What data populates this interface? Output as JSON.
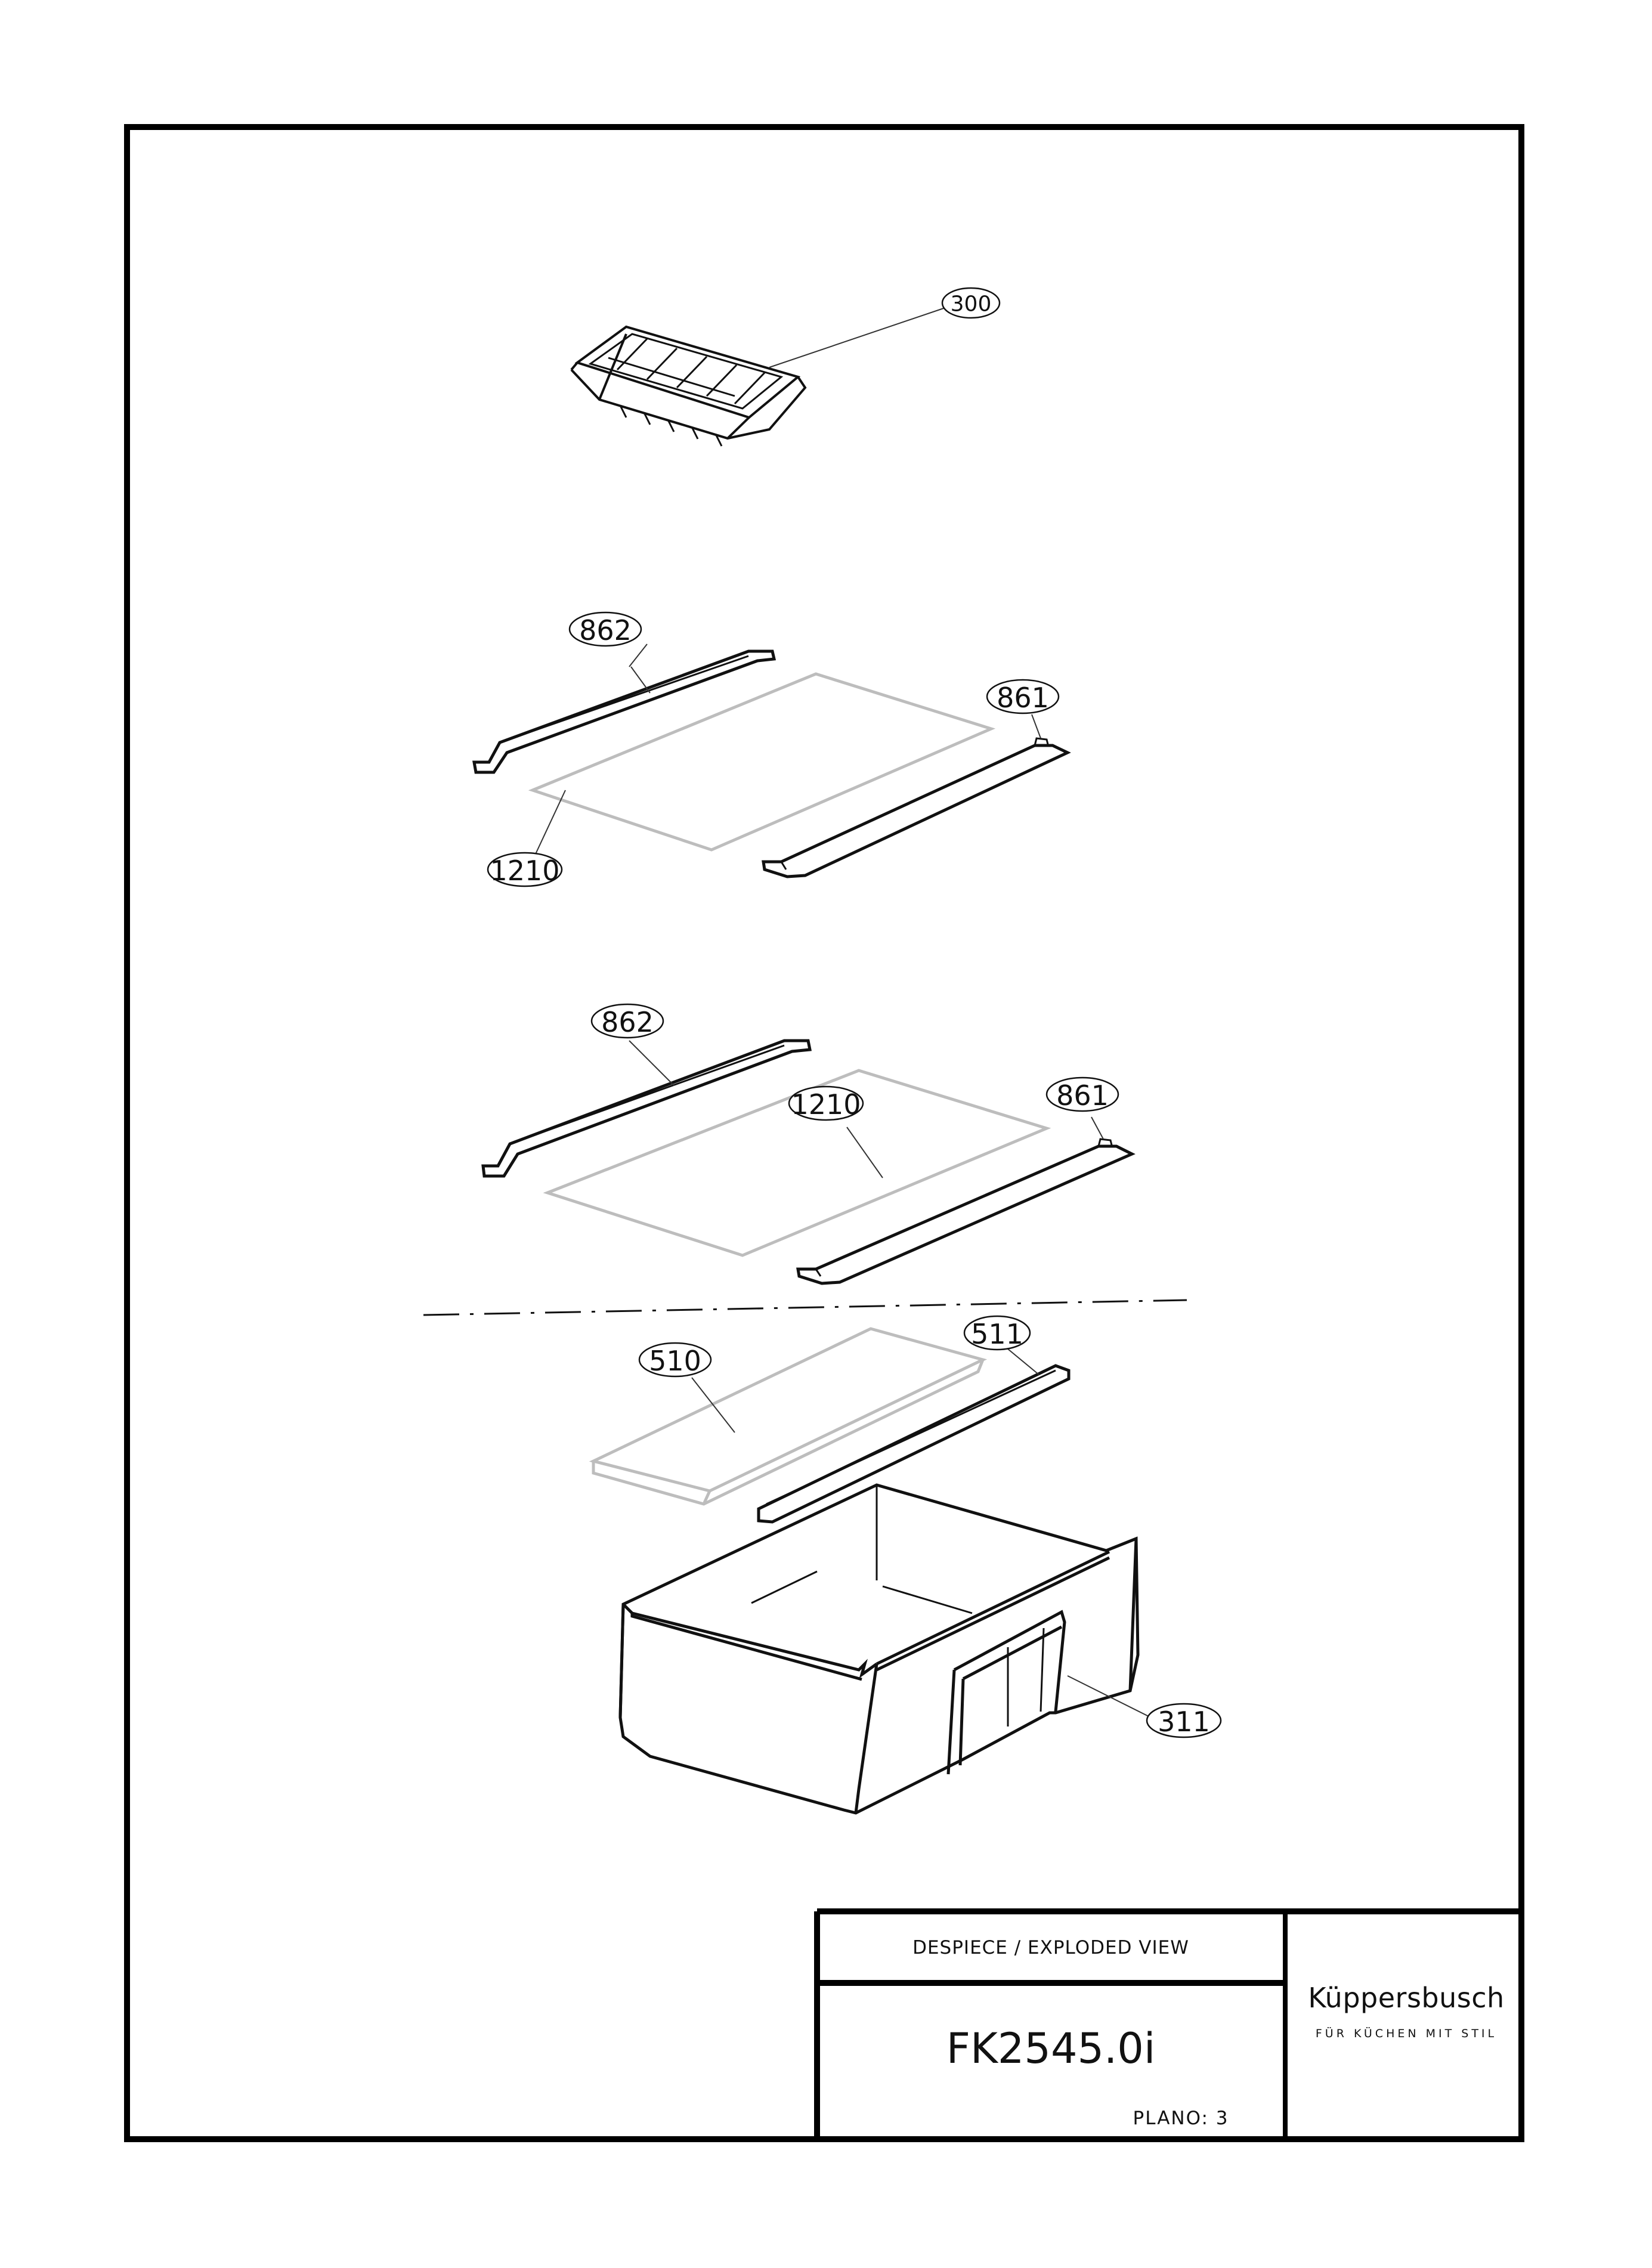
{
  "callouts": {
    "ice_tray": "300",
    "shelf1_rear_trim": "862",
    "shelf1_front_trim": "861",
    "shelf1_glass": "1210",
    "shelf2_rear_trim": "862",
    "shelf2_front_trim": "861",
    "shelf2_glass": "1210",
    "cover_glass": "510",
    "cover_trim": "511",
    "drawer": "311"
  },
  "title_block": {
    "header": "DESPIECE / EXPLODED VIEW",
    "model": "FK2545.0i",
    "plano": "PLANO: 3"
  },
  "brand": {
    "name": "Küppersbusch",
    "slogan": "FÜR KÜCHEN MIT STIL"
  }
}
